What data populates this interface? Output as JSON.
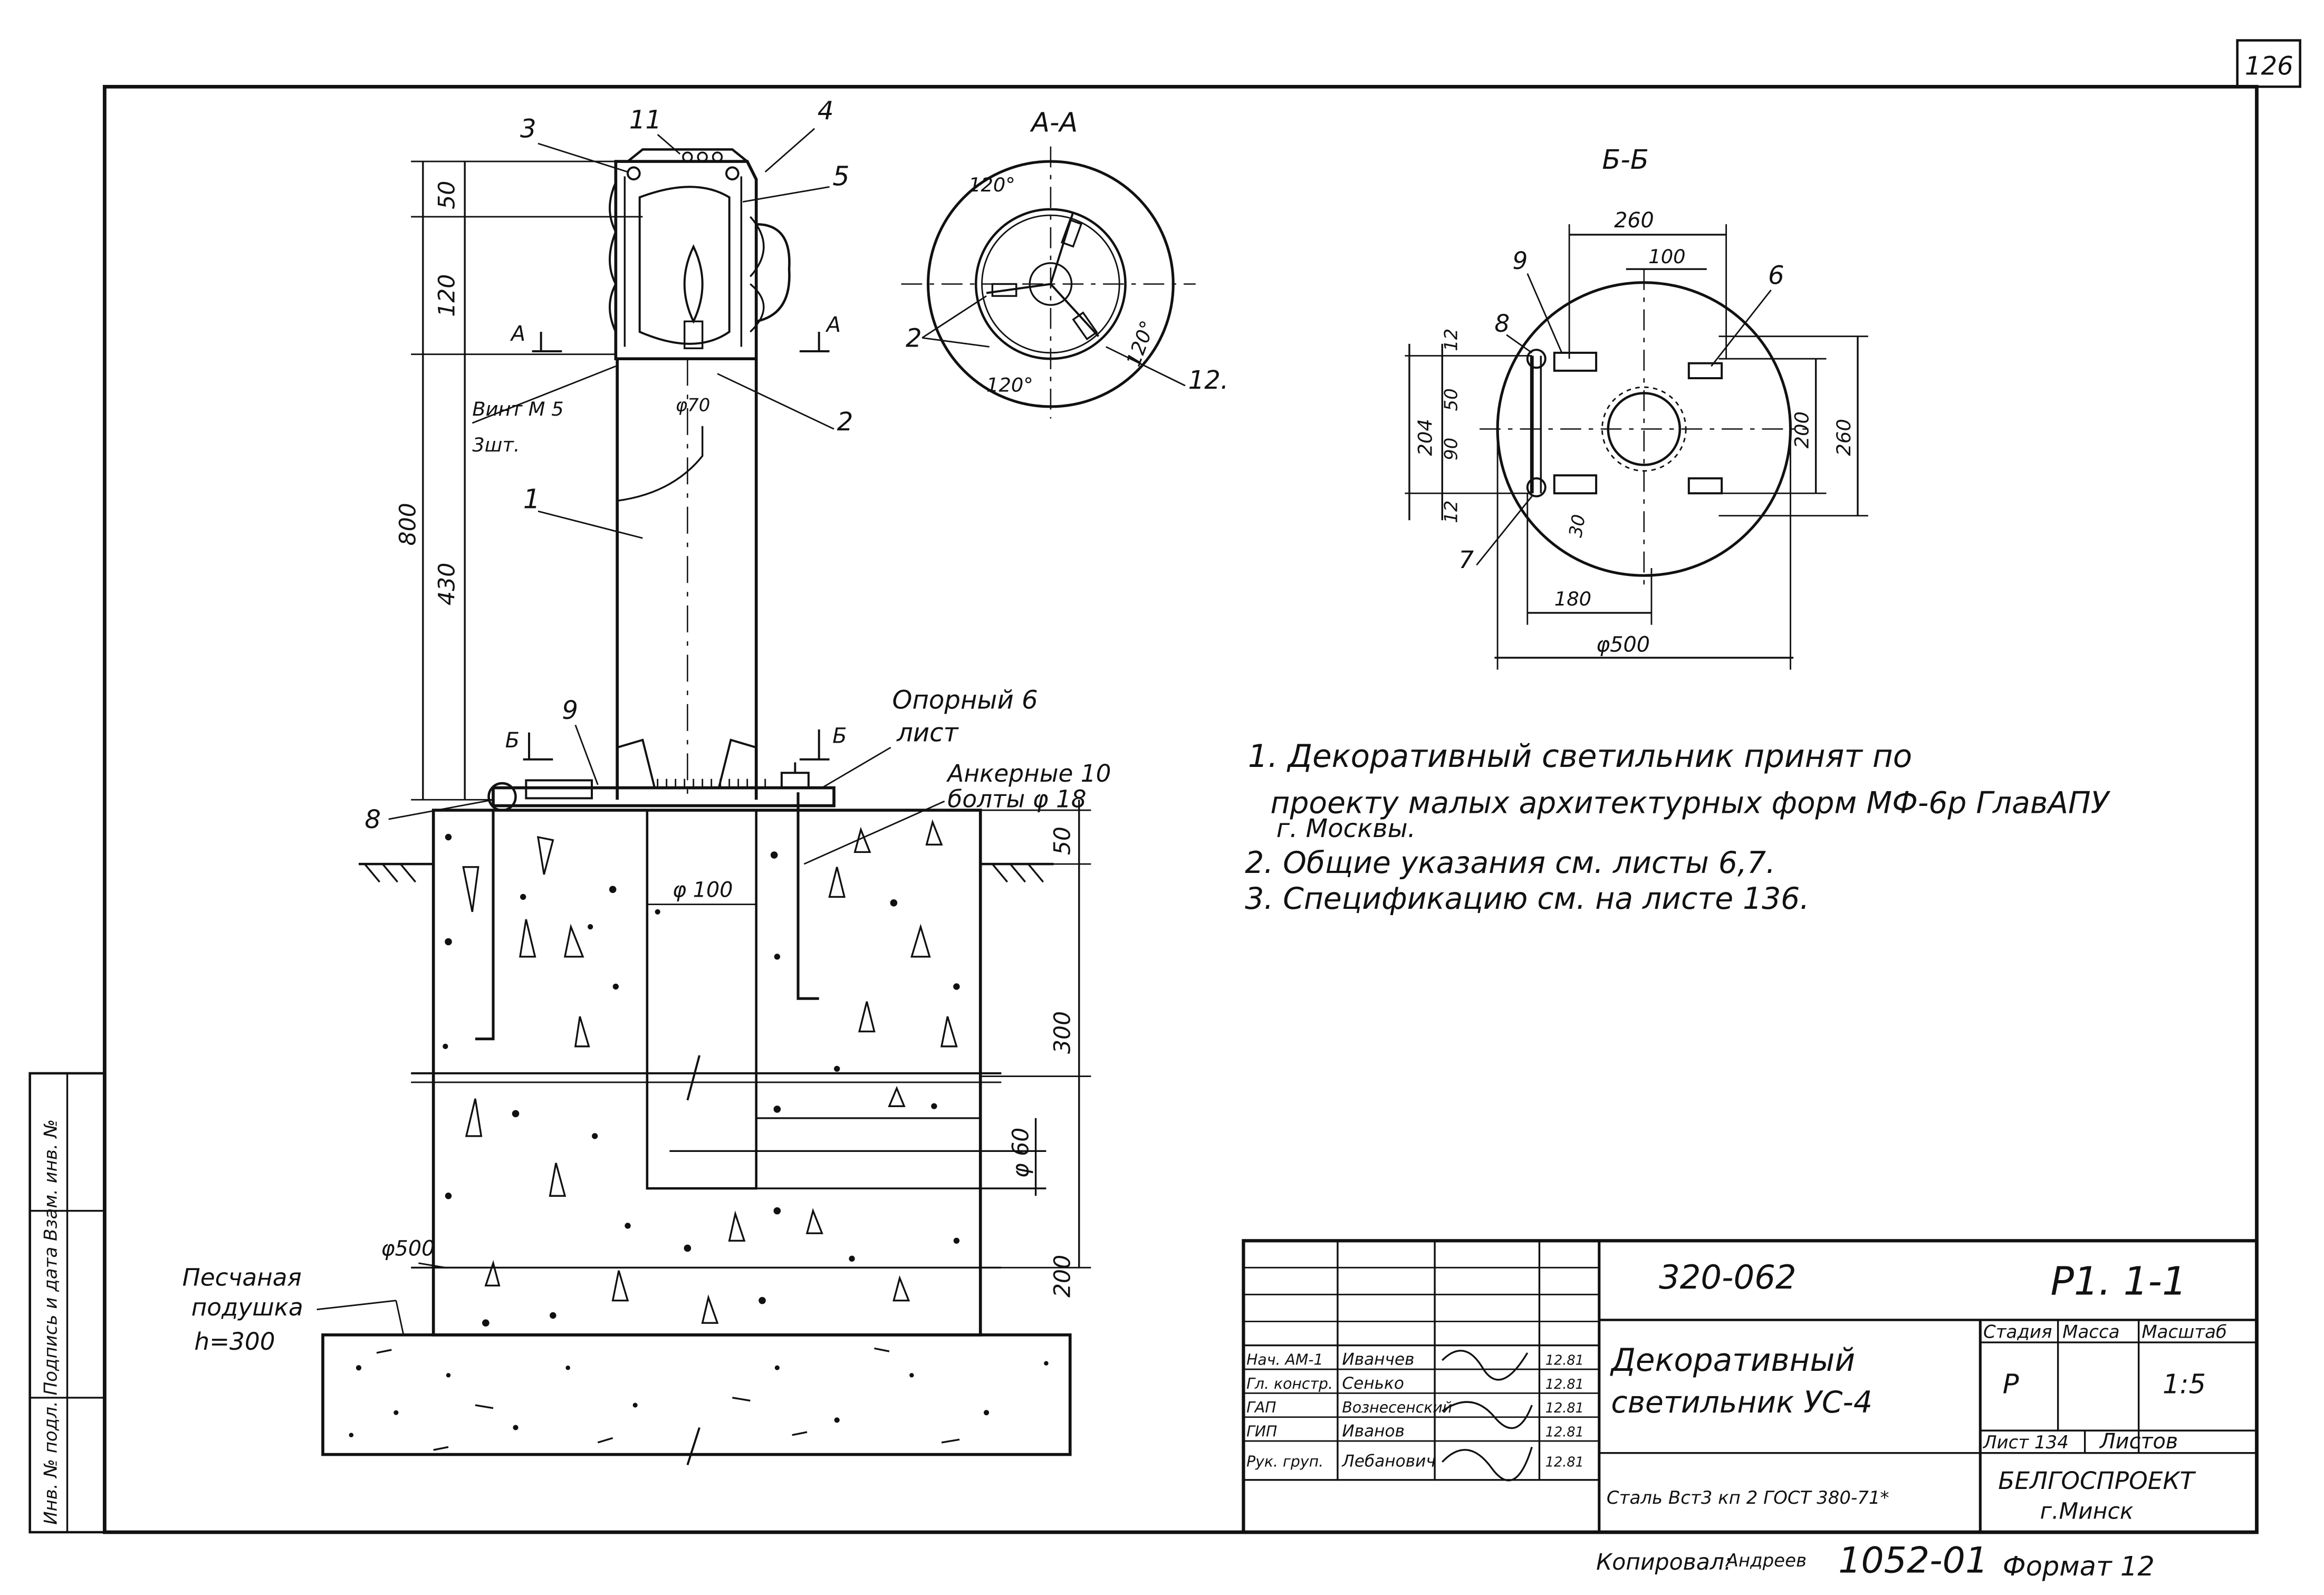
{
  "sheet_corner_number": "126",
  "side_stamp": "Инв. № подл.   Подпись и дата   Взам. инв. №",
  "sections": {
    "a_a_title": "А-А",
    "b_b_title": "Б-Б",
    "a_a_angles": [
      "120°",
      "120°",
      "120°"
    ]
  },
  "elevation": {
    "left_dims": [
      "50",
      "120",
      "800",
      "430"
    ],
    "right_dims": [
      "50",
      "300",
      "200"
    ],
    "callouts": [
      "3",
      "11",
      "4",
      "5",
      "2",
      "1",
      "9",
      "8"
    ],
    "bolt_label_1": "Винт М 5",
    "bolt_label_2": "3шт.",
    "section_mark_a": "А",
    "section_mark_b": "Б",
    "diam_lamp": "φ70",
    "plate_label_1": "Опорный 6",
    "plate_label_2": "лист",
    "anchor_label_1": "Анкерные 10",
    "anchor_label_2": "болты φ 18",
    "diam_pipe": "φ 100",
    "diam_hole": "φ 60",
    "diam_base": "φ500",
    "sand_label_1": "Песчаная",
    "sand_label_2": "подушка",
    "sand_label_3": "h=300"
  },
  "section_a_callouts": [
    "2",
    "12."
  ],
  "section_b": {
    "dims": [
      "260",
      "100",
      "12",
      "50",
      "90",
      "204",
      "12",
      "30",
      "180",
      "φ500",
      "200",
      "260"
    ],
    "callouts": [
      "9",
      "8",
      "6",
      "7"
    ]
  },
  "notes": [
    "1. Декоративный светильник принят по",
    "проекту малых архитектурных форм МФ-6р ГлавАПУ",
    "г. Москвы.",
    "2. Общие указания см. листы 6,7.",
    "3. Спецификацию см. на листе 136."
  ],
  "title_block": {
    "drawing_code": "320-062",
    "sheet_code": "Р1. 1-1",
    "title_line_1": "Декоративный",
    "title_line_2": "светильник УС-4",
    "stage_header": "Стадия",
    "mass_header": "Масса",
    "scale_header": "Масштаб",
    "stage_value": "Р",
    "scale_value": "1:5",
    "sheet_label": "Лист 134",
    "sheets_label": "Листов",
    "material": "Сталь Вст3 кп 2 ГОСТ 380-71*",
    "org_name": "БЕЛГОСПРОЕКТ",
    "org_city": "г.Минск",
    "staff": [
      {
        "role": "Нач. АМ-1",
        "name": "Иванчев",
        "date": "12.81"
      },
      {
        "role": "Гл. констр.",
        "name": "Сенько",
        "date": "12.81"
      },
      {
        "role": "ГАП",
        "name": "Вознесенский",
        "date": "12.81"
      },
      {
        "role": "ГИП",
        "name": "Иванов",
        "date": "12.81"
      },
      {
        "role": "Рук. груп.",
        "name": "Лебанович",
        "date": "12.81"
      }
    ],
    "copied_by": "Копировал:",
    "copy_signature": "Андреев",
    "archive_number": "1052-01",
    "format_label": "Формат 12"
  }
}
